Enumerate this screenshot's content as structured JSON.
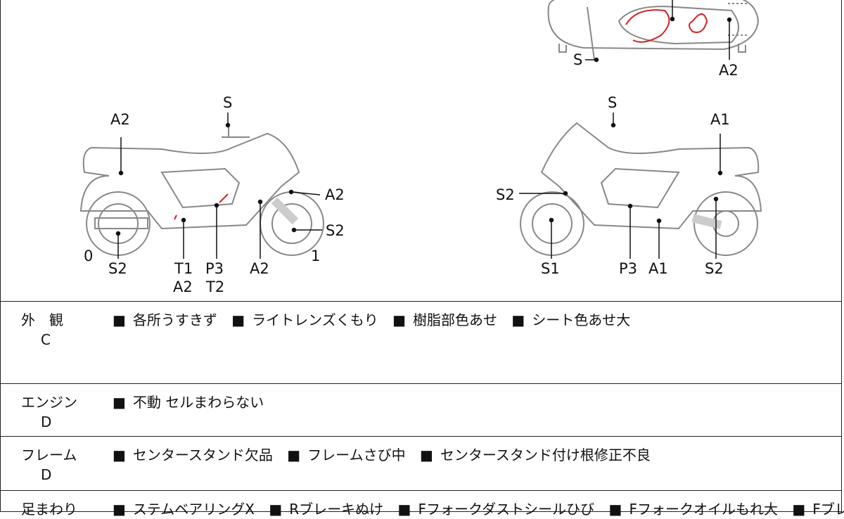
{
  "diagram": {
    "top_view_labels": [
      "S",
      "A2"
    ],
    "left_view_labels": {
      "top": "S",
      "seat": "A2",
      "front": "A2",
      "front_wheel": "S2",
      "rear_wheel": "S2",
      "zero": "0",
      "one": "1",
      "t1": "T1",
      "a2b": "A2",
      "p3": "P3",
      "t2": "T2",
      "a2c": "A2"
    },
    "right_view_labels": {
      "top": "S",
      "seat": "A1",
      "front": "S2",
      "front_wheel": "S1",
      "p3": "P3",
      "a1": "A1",
      "rear": "S2"
    },
    "damage_mark_color": "#d42020"
  },
  "sections": [
    {
      "category": "外　観",
      "grade": "C",
      "items": [
        "各所うすきず",
        "ライトレンズくもり",
        "樹脂部色あせ",
        "シート色あせ大"
      ]
    },
    {
      "category": "エンジン",
      "grade": "D",
      "items": [
        "不動 セルまわらない"
      ]
    },
    {
      "category": "フレーム",
      "grade": "D",
      "items": [
        "センタースタンド欠品",
        "フレームさび中",
        "センタースタンド付け根修正不良"
      ]
    },
    {
      "category": "足まわり",
      "grade": "",
      "items": [
        "ステムベアリングX",
        "Rブレーキぬけ",
        "Fフォークダストシールひび",
        "Fフォークオイルもれ大",
        "Fブレー"
      ]
    }
  ],
  "bullet": "■"
}
